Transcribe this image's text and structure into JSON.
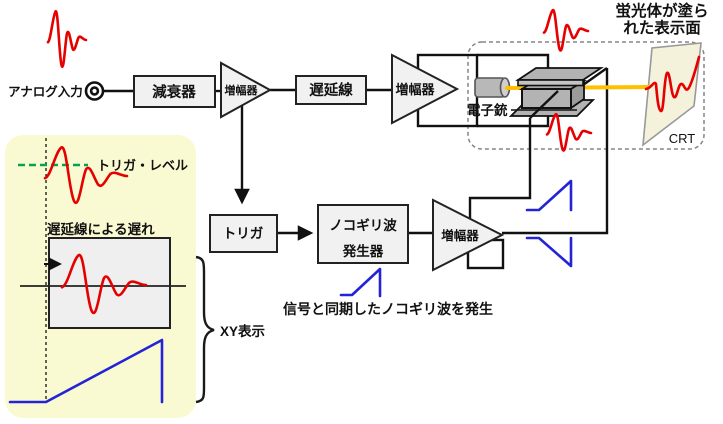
{
  "colors": {
    "signal_red": "#e60000",
    "sweep_blue": "#2424d6",
    "trigger_green": "#00a550",
    "beam_orange": "#ffc000",
    "panel_yellow": "#fafad2",
    "screen_cream": "#f5f2dc"
  },
  "diagram": {
    "input": {
      "label": "アナログ入力"
    },
    "blocks": {
      "attenuator": "減衰器",
      "amplifier_pre": "増幅器",
      "delay_line": "遅延線",
      "amplifier_vertical": "増幅器",
      "trigger": "トリガ",
      "sawtooth_generator_line1": "ノコギリ波",
      "sawtooth_generator_line2": "発生器",
      "amplifier_horizontal": "増幅器"
    },
    "crt": {
      "electron_gun": "電子銃",
      "screen_caption_line1": "蛍光体が塗ら",
      "screen_caption_line2": "れた表示面",
      "name": "CRT"
    },
    "annotations": {
      "trigger_level": "トリガ・レベル",
      "delay_note": "遅延線による遅れ",
      "xy_display": "XY表示",
      "sync_note": "信号と同期したノコギリ波を発生"
    }
  }
}
